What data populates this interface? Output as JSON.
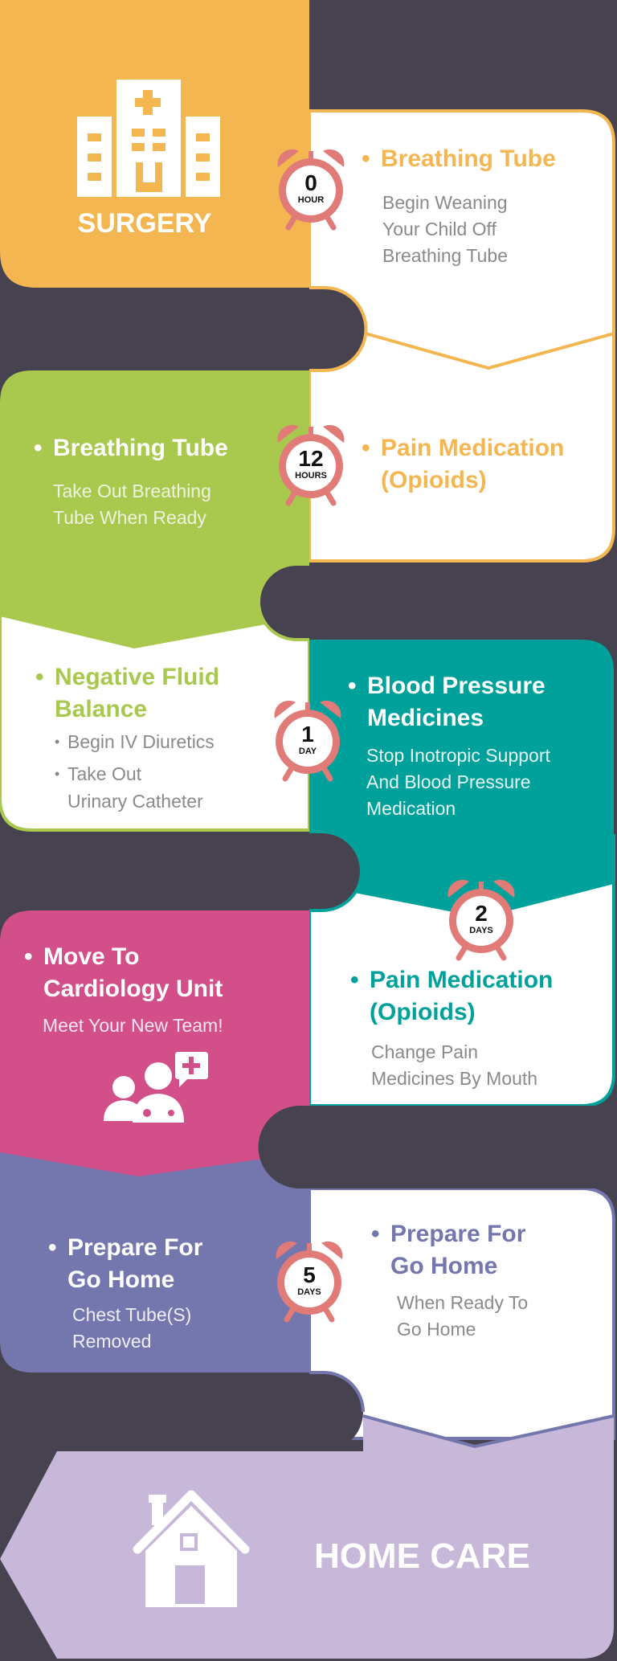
{
  "colors": {
    "background": "#47424f",
    "orange": "#f4b650",
    "green": "#a8c84e",
    "teal": "#00a19a",
    "pink": "#d24f8a",
    "slate": "#7476ae",
    "lavender": "#c7b8d9",
    "clock": "#e07b78",
    "gray_text": "#8a8a8a"
  },
  "start": {
    "label": "SURGERY",
    "icon": "hospital-icon"
  },
  "end": {
    "label": "HOME CARE",
    "icon": "house-icon"
  },
  "timeline": [
    {
      "number": "0",
      "unit": "HOUR"
    },
    {
      "number": "12",
      "unit": "HOURS"
    },
    {
      "number": "1",
      "unit": "DAY"
    },
    {
      "number": "2",
      "days_placeholder": "",
      "unit": "DAYS"
    },
    {
      "number": "5",
      "unit": "DAYS"
    }
  ],
  "cards": {
    "hour0_breathing": {
      "bullet": "•",
      "title": "Breathing Tube",
      "desc": "Begin Weaning\nYour Child Off\nBreathing Tube"
    },
    "hour12_breathing": {
      "bullet": "•",
      "title": "Breathing Tube",
      "desc": "Take Out Breathing\nTube When Ready"
    },
    "hour12_pain": {
      "bullet": "•",
      "title": "Pain Medication\n(Opioids)"
    },
    "day1_fluid": {
      "bullet": "•",
      "title": "Negative Fluid\nBalance",
      "items": [
        {
          "bullet": "•",
          "text": "Begin IV Diuretics"
        },
        {
          "bullet": "•",
          "text": "Take Out\nUrinary Catheter"
        }
      ]
    },
    "day1_bp": {
      "bullet": "•",
      "title": "Blood Pressure\nMedicines",
      "desc": "Stop Inotropic Support\nAnd Blood Pressure\nMedication"
    },
    "day2_pain": {
      "bullet": "•",
      "title": "Pain Medication\n(Opioids)",
      "desc": "Change Pain\nMedicines By Mouth"
    },
    "day2_move": {
      "bullet": "•",
      "title": "Move To\nCardiology Unit",
      "desc": "Meet Your New Team!",
      "icon": "care-team-icon"
    },
    "day5_left": {
      "bullet": "•",
      "title": "Prepare For\nGo Home",
      "desc": "Chest Tube(S)\nRemoved"
    },
    "day5_right": {
      "bullet": "•",
      "title": "Prepare For\nGo Home",
      "desc": "When Ready To\nGo Home"
    }
  }
}
